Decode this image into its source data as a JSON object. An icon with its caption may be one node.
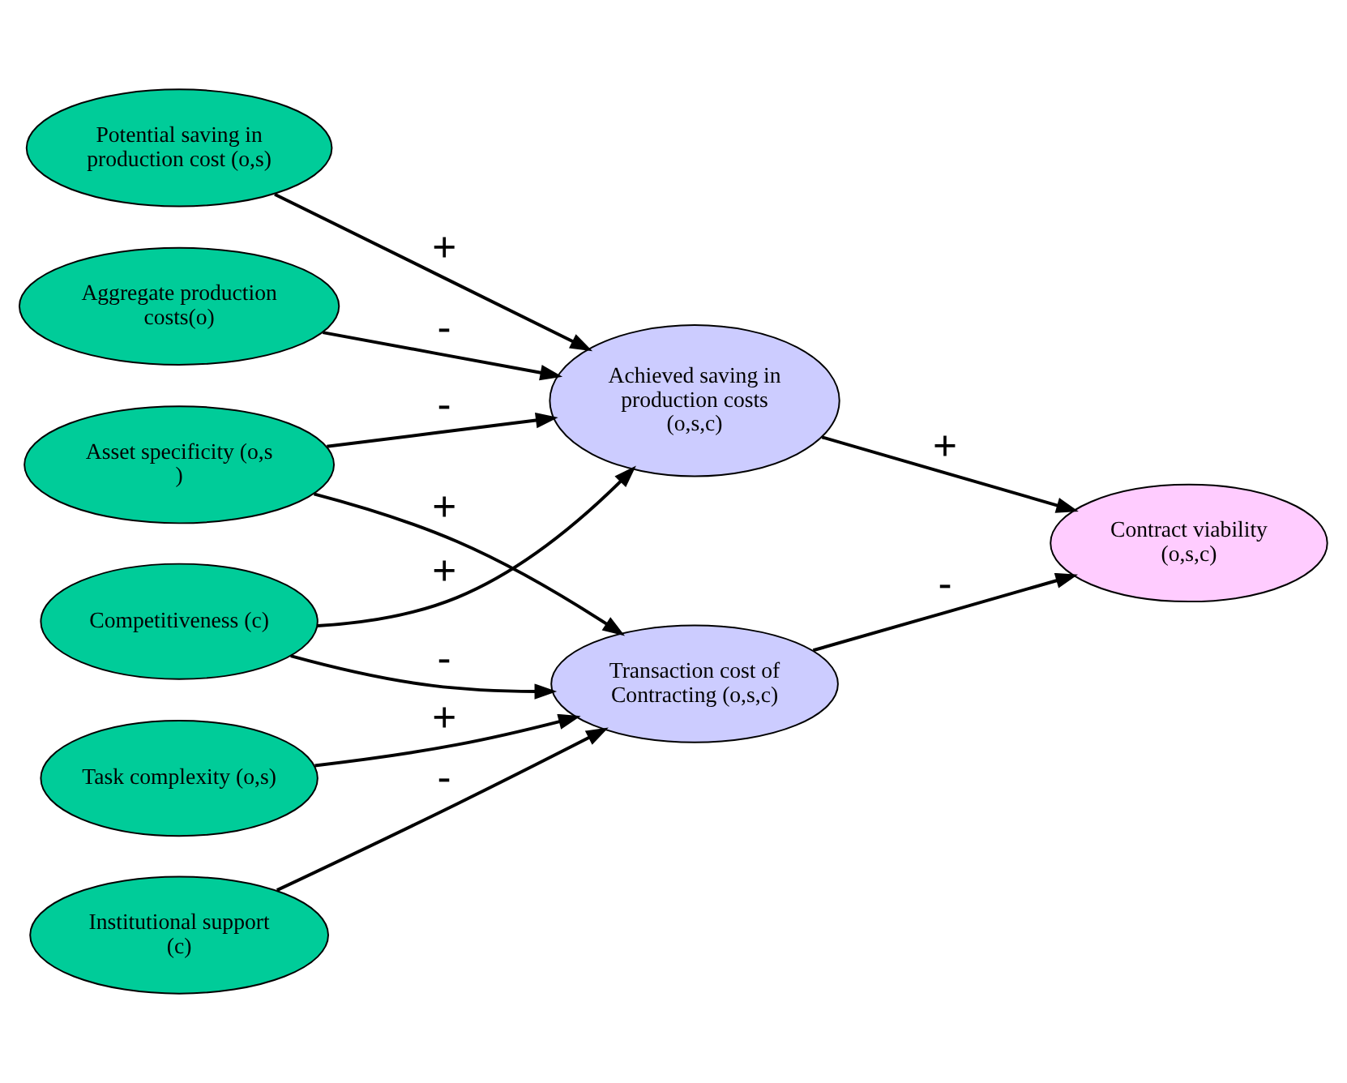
{
  "diagram": {
    "nodes": [
      {
        "text": [
          "Potential saving in production cost (o,s)"
        ]
      },
      {
        "text": [
          "Aggregate production costs(o)"
        ]
      },
      {
        "text": [
          "Asset specificity (o,s )"
        ]
      },
      {
        "text": [
          "Competitiveness (c)"
        ]
      },
      {
        "text": [
          "Task complexity (o,s)"
        ]
      },
      {
        "text": [
          "Institutional support (c)"
        ]
      },
      {
        "text": [
          "Achieved saving in production costs (o,s,c)"
        ]
      },
      {
        "text": [
          "Transaction cost of Contracting (o,s,c)"
        ]
      },
      {
        "text": [
          "Contract viability (o,s,c)"
        ]
      }
    ],
    "edges": [
      {
        "from": 0,
        "to": 6,
        "arrow": "to",
        "label": "+"
      },
      {
        "from": 1,
        "to": 6,
        "arrow": "to",
        "label": "-"
      },
      {
        "from": 2,
        "to": 6,
        "arrow": "to",
        "label": "-"
      },
      {
        "from": 3,
        "to": 6,
        "arrow": "to",
        "label": "+"
      },
      {
        "from": 2,
        "to": 7,
        "arrow": "to",
        "label": "+"
      },
      {
        "from": 3,
        "to": 7,
        "arrow": "to",
        "label": "-"
      },
      {
        "from": 4,
        "to": 7,
        "arrow": "to",
        "label": "+"
      },
      {
        "from": 5,
        "to": 7,
        "arrow": "to",
        "label": "-"
      },
      {
        "from": 6,
        "to": 8,
        "arrow": "to",
        "label": "+"
      },
      {
        "from": 7,
        "to": 8,
        "arrow": "to",
        "label": "-"
      }
    ]
  }
}
